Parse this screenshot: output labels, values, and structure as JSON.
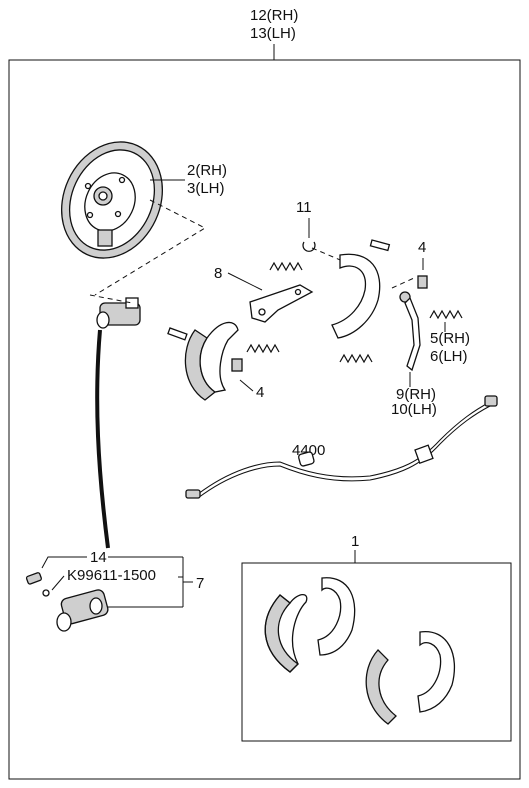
{
  "labels": {
    "assembly_rh": "12(RH)",
    "assembly_lh": "13(LH)",
    "backing_plate_rh": "2(RH)",
    "backing_plate_lh": "3(LH)",
    "clip_11": "11",
    "lever_8": "8",
    "pin_4_top": "4",
    "pin_4_bottom": "4",
    "spring_rh": "5(RH)",
    "spring_lh": "6(LH)",
    "lever_rh": "9(RH)",
    "lever_lh": "10(LH)",
    "cable_4400": "4400",
    "shoe_kit_1": "1",
    "bleeder_14": "14",
    "partno_kit": "K99611-1500",
    "wheel_cyl_7": "7"
  }
}
